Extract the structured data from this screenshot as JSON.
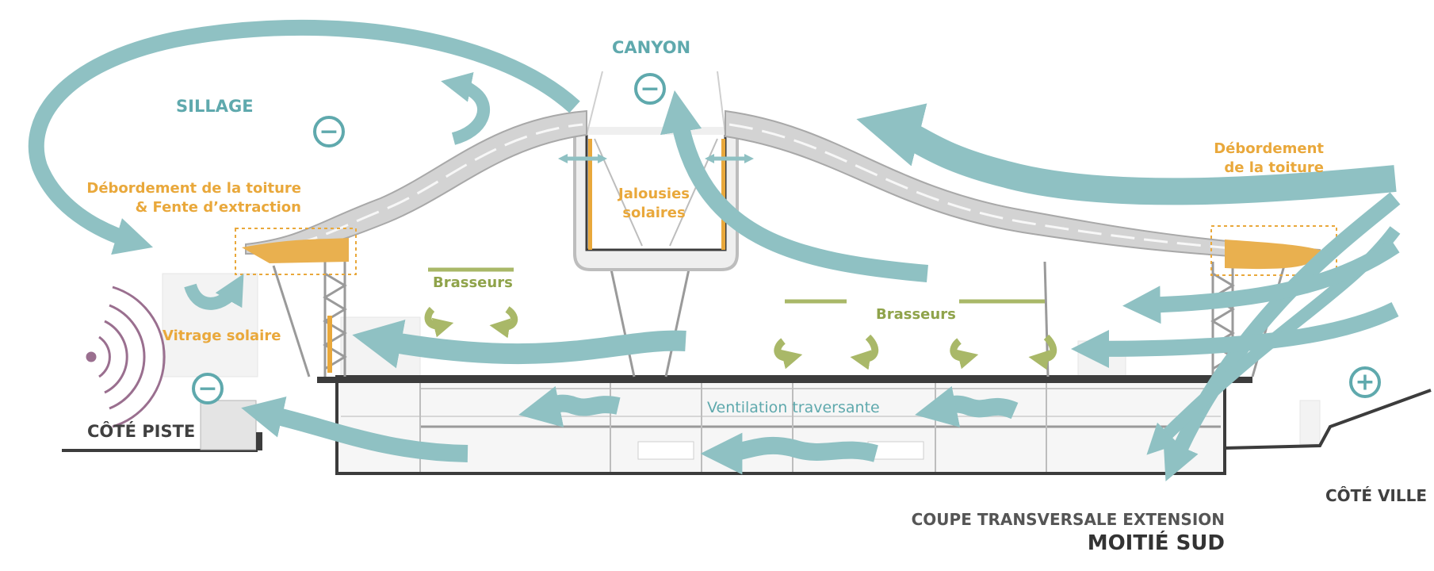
{
  "labels": {
    "canyon": "CANYON",
    "sillage": "SILLAGE",
    "debordement_left_line1": "Débordement de la toiture",
    "debordement_left_line2": "& Fente d’extraction",
    "debordement_right_line1": "Débordement",
    "debordement_right_line2": "de la toiture",
    "jalousies_line1": "Jalousies",
    "jalousies_line2": "solaires",
    "brasseurs_left": "Brasseurs",
    "brasseurs_right": "Brasseurs",
    "vitrage": "Vitrage solaire",
    "ventilation": "Ventilation traversante",
    "cote_piste": "CÔTÉ PISTE",
    "cote_ville": "CÔTÉ VILLE",
    "title_line1": "COUPE TRANSVERSALE EXTENSION",
    "title_line2": "MOITIÉ SUD"
  },
  "pressure_markers": {
    "canyon": "−",
    "sillage": "−",
    "piste": "−",
    "ville": "+"
  },
  "colors": {
    "airflow": "#8fc1c3",
    "teal_text": "#5fa9ad",
    "overhang": "#e9b04f",
    "fans": "#a9b868",
    "noise": "#9a6f8f",
    "structure": "#3c3c3c",
    "roof": "#d3d3d3"
  }
}
